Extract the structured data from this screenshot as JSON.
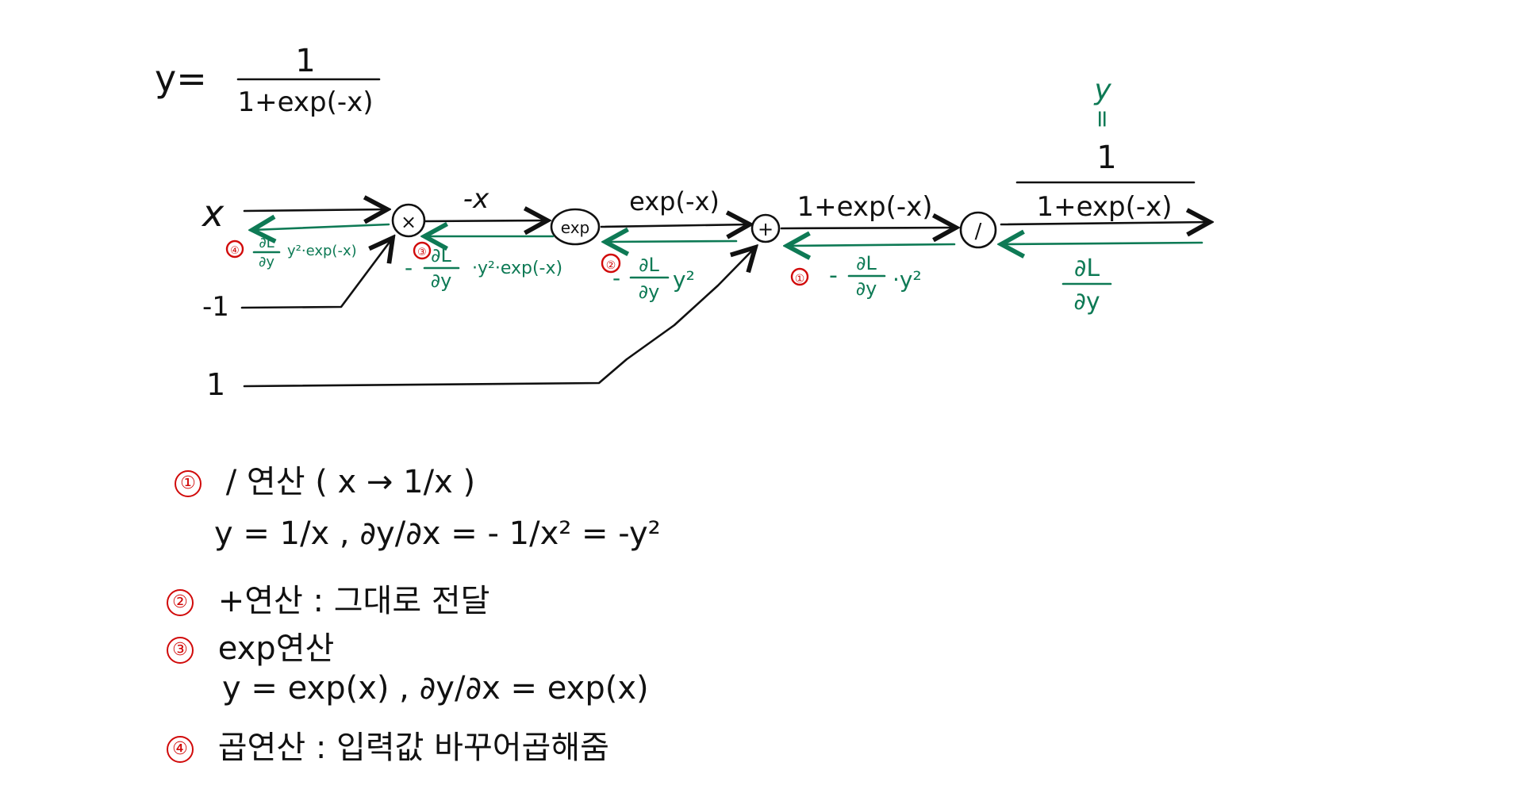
{
  "formula": {
    "lhs": "y=",
    "numerator": "1",
    "denominator": "1+exp(-x)"
  },
  "inputs": {
    "x": "x",
    "neg_one": "-1",
    "one": "1"
  },
  "nodes": {
    "mul": "×",
    "exp": "exp",
    "add": "+",
    "div": "/"
  },
  "forward_labels": {
    "mul_to_exp": "-x",
    "exp_to_add": "exp(-x)",
    "add_to_div": "1+exp(-x)",
    "output_top": "y",
    "output_eq": "=",
    "output_num": "1",
    "output_den": "1+exp(-x)"
  },
  "backward_labels": {
    "out": {
      "num": "∂L",
      "den": "∂y"
    },
    "step1": {
      "marker": "①",
      "prefix": "-",
      "num": "∂L",
      "den": "∂y",
      "suffix": "·y²"
    },
    "step2": {
      "marker": "②",
      "prefix": "-",
      "num": "∂L",
      "den": "∂y",
      "suffix": "y²"
    },
    "step3": {
      "marker": "③",
      "prefix": "-",
      "num": "∂L",
      "den": "∂y",
      "suffix": "·y²·exp(-x)"
    },
    "step4": {
      "marker": "④",
      "num": "∂L",
      "den": "∂y",
      "suffix": "y²·exp(-x)"
    }
  },
  "notes": {
    "n1_marker": "①",
    "n1_title": "/ 연산 ( x → 1/x )",
    "n1_formula": "y = 1/x ,  ∂y/∂x = - 1/x² = -y²",
    "n2_marker": "②",
    "n2_title": "+연산 : 그대로 전달",
    "n3_marker": "③",
    "n3_title": "exp연산",
    "n3_formula": "y = exp(x) ,  ∂y/∂x = exp(x)",
    "n4_marker": "④",
    "n4_title": "곱연산 : 입력값 바꾸어곱해줌"
  },
  "colors": {
    "ink": "#111111",
    "backward": "#0e7a55",
    "marker": "#d10a0a"
  }
}
